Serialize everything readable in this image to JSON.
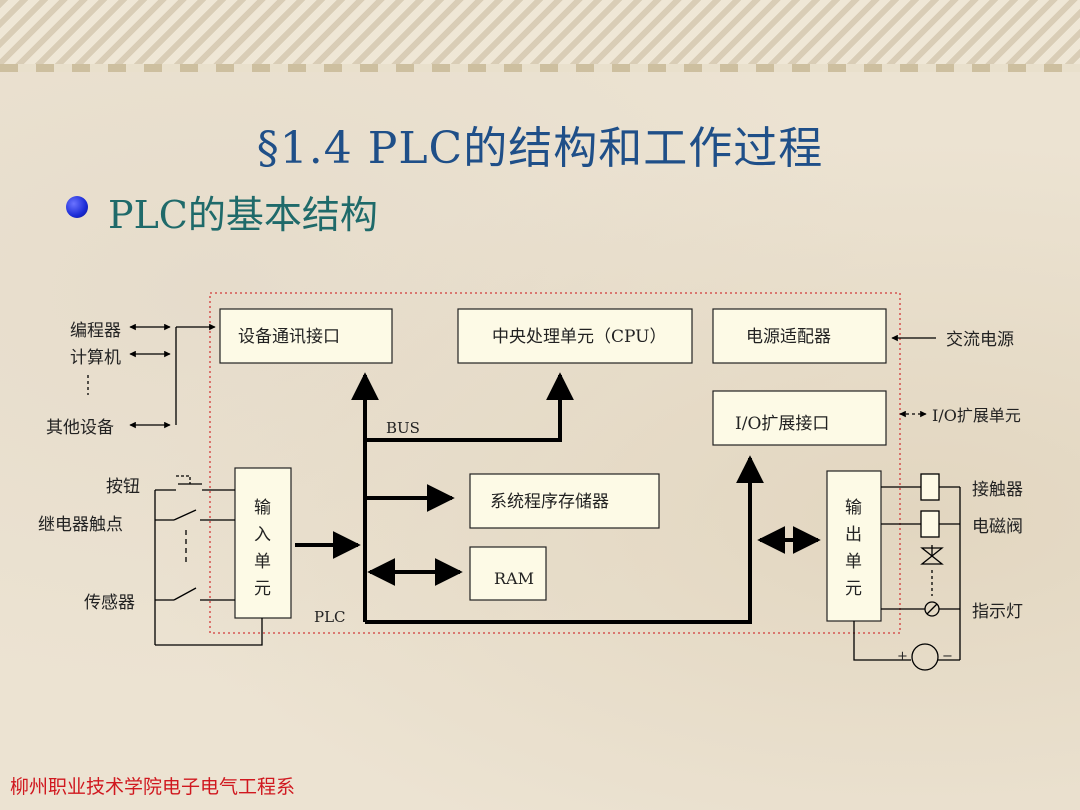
{
  "slide": {
    "title": "§1.4   PLC的结构和工作过程",
    "subtitle": "PLC的基本结构",
    "footer": "柳州职业技术学院电子电气工程系"
  },
  "diagram": {
    "left_devices": {
      "programmer": "编程器",
      "computer": "计算机",
      "other": "其他设备",
      "button": "按钮",
      "relay_contact": "继电器触点",
      "sensor": "传感器"
    },
    "blocks": {
      "comm_interface": "设备通讯接口",
      "cpu": "中央处理单元（CPU）",
      "power_adapter": "电源适配器",
      "io_expansion_port": "I/O扩展接口",
      "system_memory": "系统程序存储器",
      "ram": "RAM",
      "input_unit": [
        "输",
        "入",
        "单",
        "元"
      ],
      "output_unit": [
        "输",
        "出",
        "单",
        "元"
      ]
    },
    "labels": {
      "bus": "BUS",
      "plc": "PLC",
      "ac_power": "交流电源",
      "io_expansion_unit": "I/O扩展单元",
      "contactor": "接触器",
      "solenoid_valve": "电磁阀",
      "indicator": "指示灯",
      "plus": "+",
      "minus": "−"
    }
  }
}
